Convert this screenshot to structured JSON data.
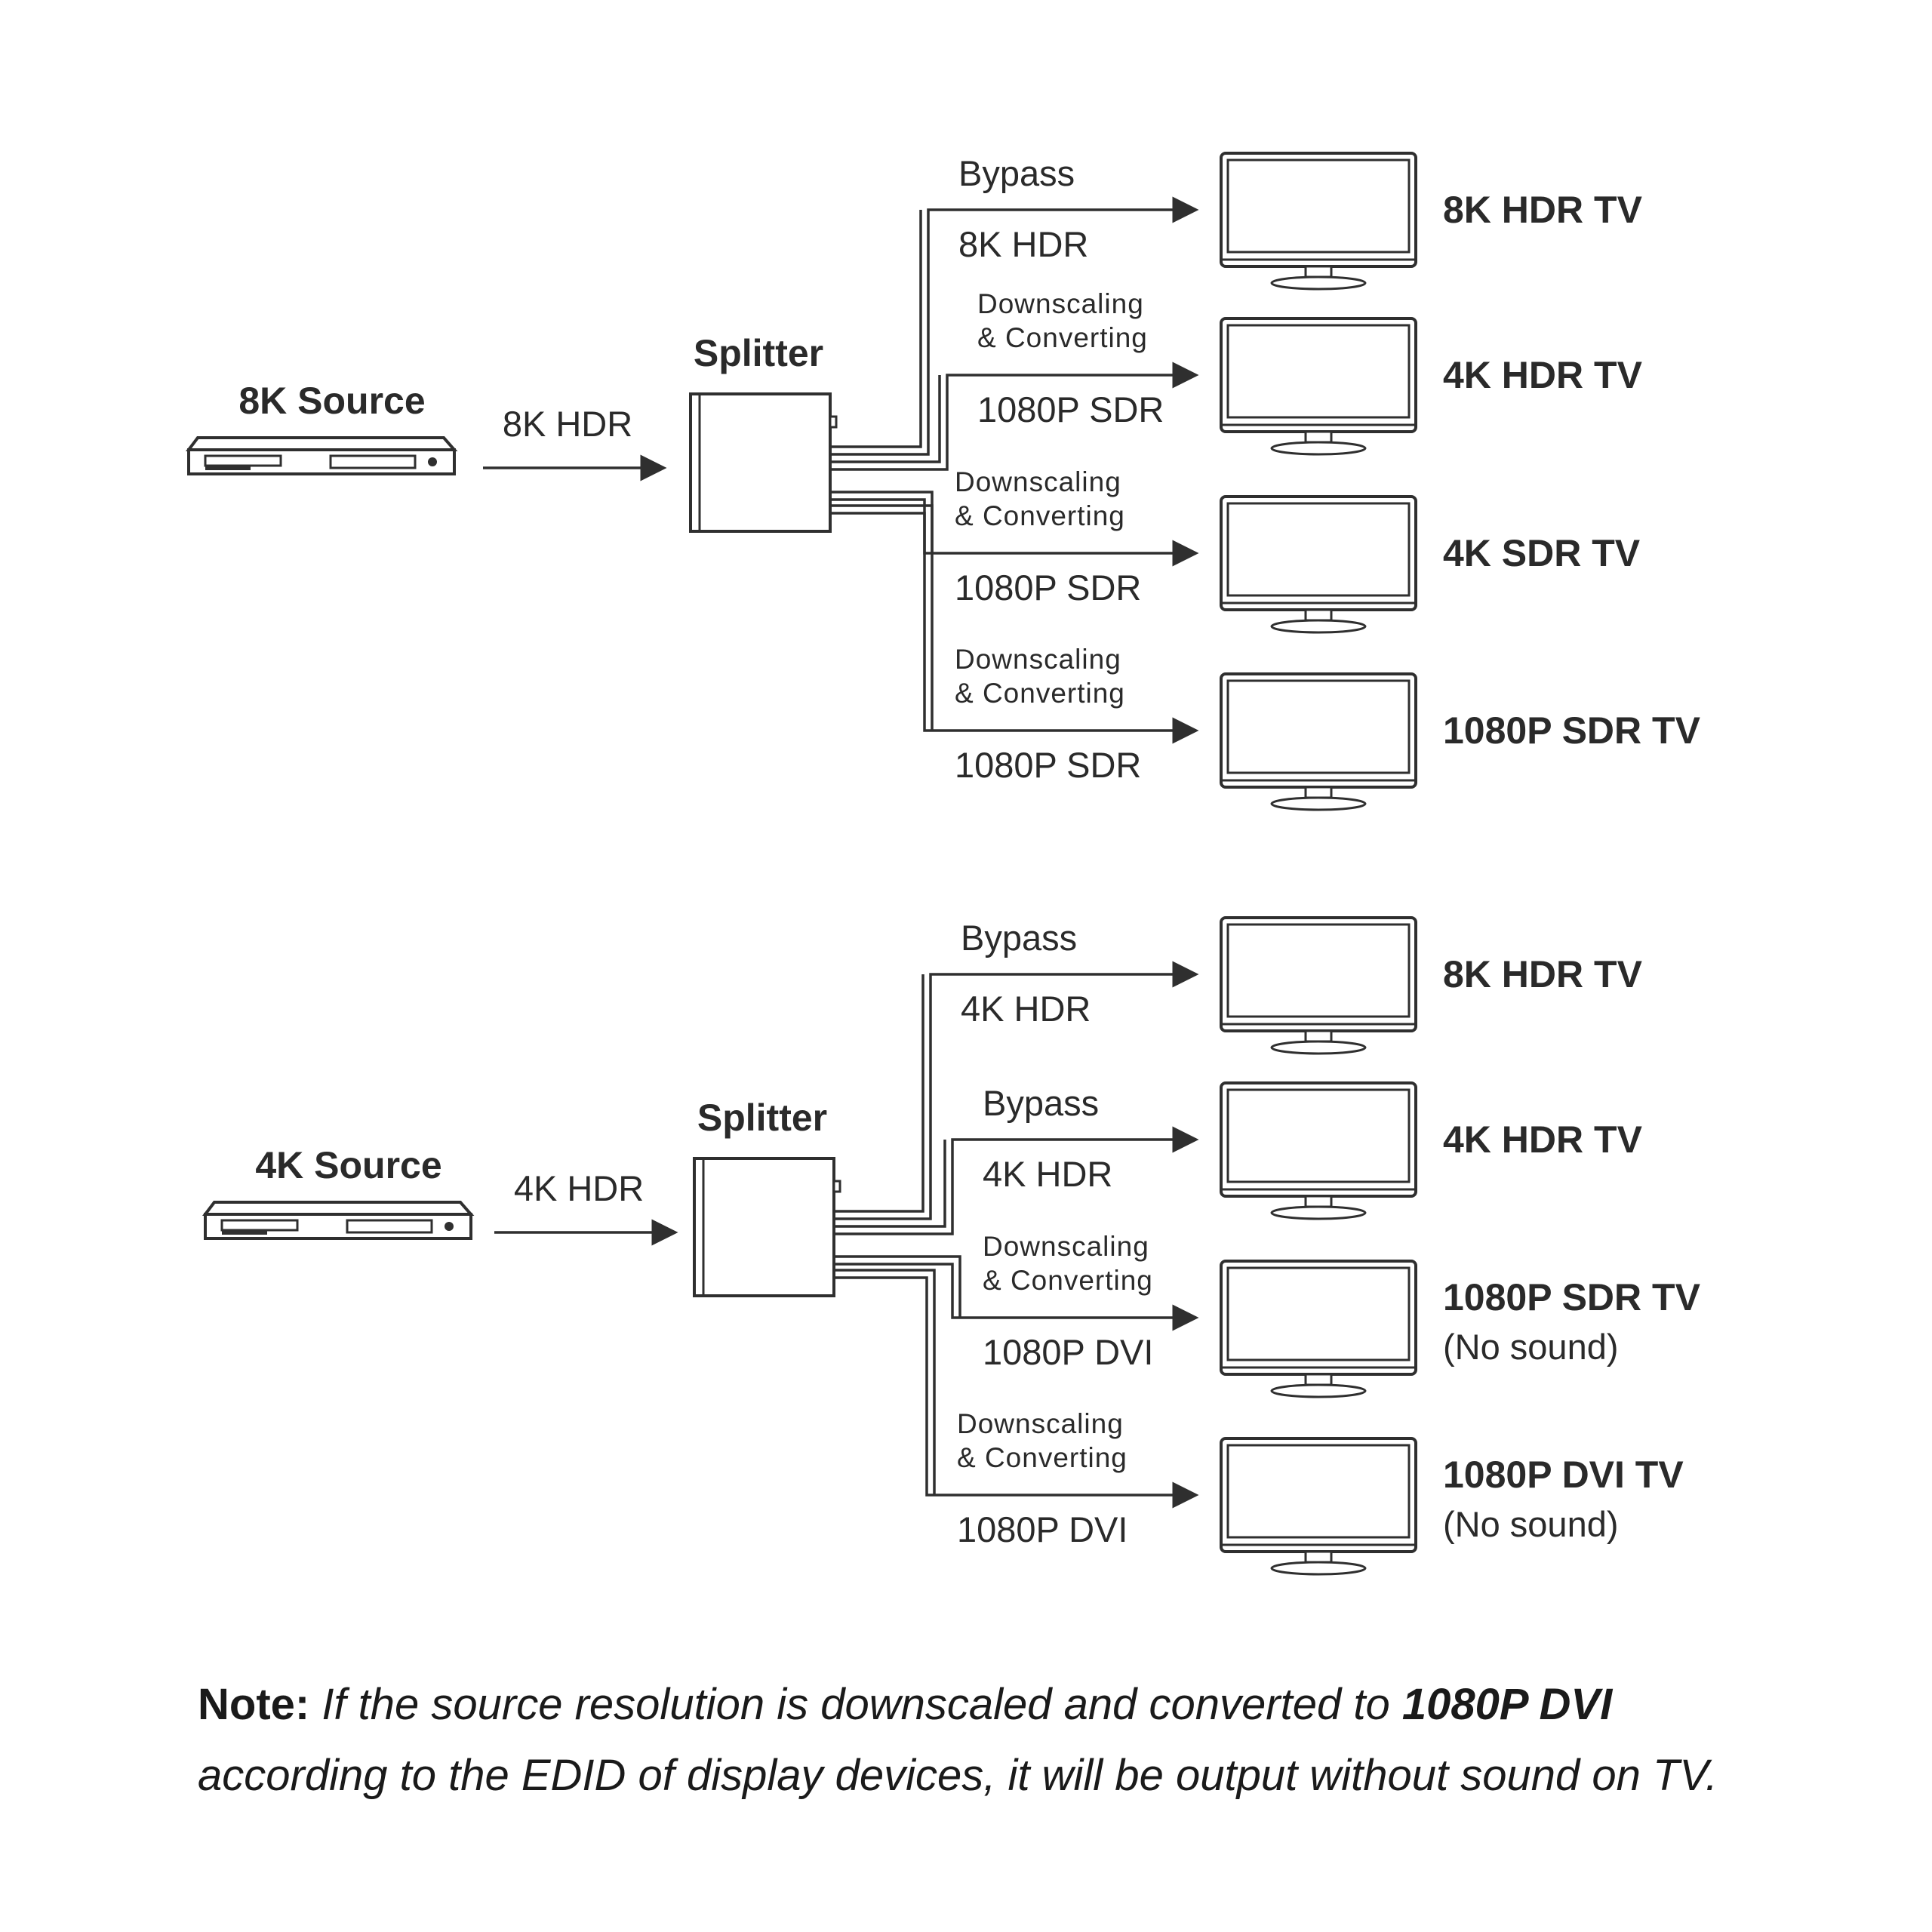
{
  "diagrams": [
    {
      "source_label": "8K Source",
      "input_signal": "8K HDR",
      "splitter_label": "Splitter",
      "outputs": [
        {
          "mode_line1": "Bypass",
          "mode_line2": "",
          "signal": "8K HDR",
          "tv_name": "8K HDR TV",
          "tv_note": ""
        },
        {
          "mode_line1": "Downscaling",
          "mode_line2": "& Converting",
          "signal": "1080P SDR",
          "tv_name": "4K HDR TV",
          "tv_note": ""
        },
        {
          "mode_line1": "Downscaling",
          "mode_line2": "& Converting",
          "signal": "1080P SDR",
          "tv_name": "4K SDR TV",
          "tv_note": ""
        },
        {
          "mode_line1": "Downscaling",
          "mode_line2": "& Converting",
          "signal": "1080P SDR",
          "tv_name": "1080P SDR TV",
          "tv_note": ""
        }
      ]
    },
    {
      "source_label": "4K Source",
      "input_signal": "4K HDR",
      "splitter_label": "Splitter",
      "outputs": [
        {
          "mode_line1": "Bypass",
          "mode_line2": "",
          "signal": "4K HDR",
          "tv_name": "8K HDR TV",
          "tv_note": ""
        },
        {
          "mode_line1": "Bypass",
          "mode_line2": "",
          "signal": "4K HDR",
          "tv_name": "4K HDR TV",
          "tv_note": ""
        },
        {
          "mode_line1": "Downscaling",
          "mode_line2": "& Converting",
          "signal": "1080P DVI",
          "tv_name": "1080P SDR TV",
          "tv_note": "(No sound)"
        },
        {
          "mode_line1": "Downscaling",
          "mode_line2": "& Converting",
          "signal": "1080P DVI",
          "tv_name": "1080P DVI TV",
          "tv_note": "(No sound)"
        }
      ]
    }
  ],
  "note": {
    "prefix": "Note:",
    "line1_italic": " If the source resolution is downscaled and converted to ",
    "line1_bold": "1080P DVI",
    "line2_italic": "according to the EDID of display devices, it will be output without sound on TV."
  }
}
